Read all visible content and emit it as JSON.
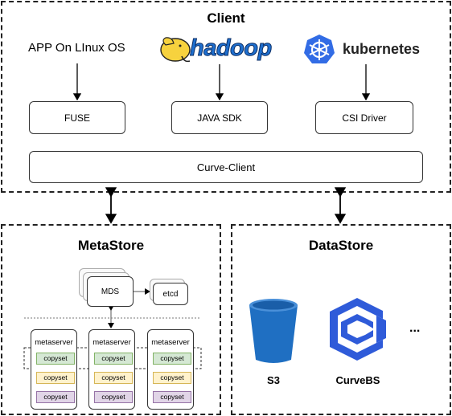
{
  "client": {
    "title": "Client",
    "app_label": "APP On LInux OS",
    "hadoop_label": "hadoop",
    "kubernetes_label": "kubernetes",
    "fuse": "FUSE",
    "java_sdk": "JAVA SDK",
    "csi_driver": "CSI Driver",
    "curve_client": "Curve-Client"
  },
  "metastore": {
    "title": "MetaStore",
    "mds": "MDS",
    "etcd": "etcd",
    "servers": [
      {
        "name": "metaserver",
        "sets": [
          "copyset",
          "copyset",
          "copyset"
        ]
      },
      {
        "name": "metaserver",
        "sets": [
          "copyset",
          "copyset",
          "copyset"
        ]
      },
      {
        "name": "metaserver",
        "sets": [
          "copyset",
          "copyset",
          "copyset"
        ]
      }
    ]
  },
  "datastore": {
    "title": "DataStore",
    "s3": "S3",
    "curvebs": "CurveBS",
    "more": "..."
  },
  "colors": {
    "copyset_green": "#d5e8d4",
    "copyset_yellow": "#fff2cc",
    "copyset_purple": "#e1d5e7",
    "bucket_blue": "#1f6fc2",
    "curvebs_blue": "#2f5bd9",
    "k8s_blue": "#326ce5",
    "hadoop_yellow": "#f7d23e"
  }
}
